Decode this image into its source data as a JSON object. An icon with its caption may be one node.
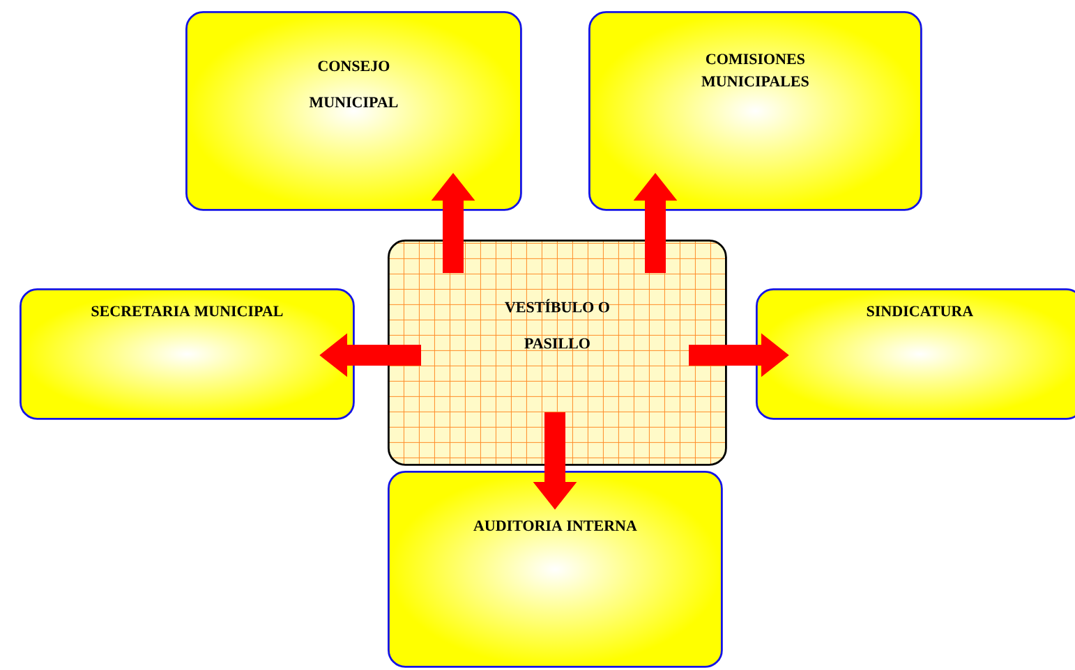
{
  "diagram": {
    "nodes": [
      {
        "text": [
          "VESTÍBULO O PASILLO"
        ]
      },
      {
        "text": [
          "CONSEJO MUNICIPAL"
        ]
      },
      {
        "text": [
          "COMISIONES MUNICIPALES"
        ]
      },
      {
        "text": [
          "SECRETARIA MUNICIPAL"
        ]
      },
      {
        "text": [
          "SINDICATURA"
        ]
      },
      {
        "text": [
          "AUDITORIA INTERNA"
        ]
      }
    ],
    "edges": [
      {
        "from": 0,
        "to": 1,
        "arrow": "to"
      },
      {
        "from": 0,
        "to": 2,
        "arrow": "to"
      },
      {
        "from": 0,
        "to": 3,
        "arrow": "to"
      },
      {
        "from": 0,
        "to": 4,
        "arrow": "to"
      },
      {
        "from": 0,
        "to": 5,
        "arrow": "to"
      }
    ]
  }
}
